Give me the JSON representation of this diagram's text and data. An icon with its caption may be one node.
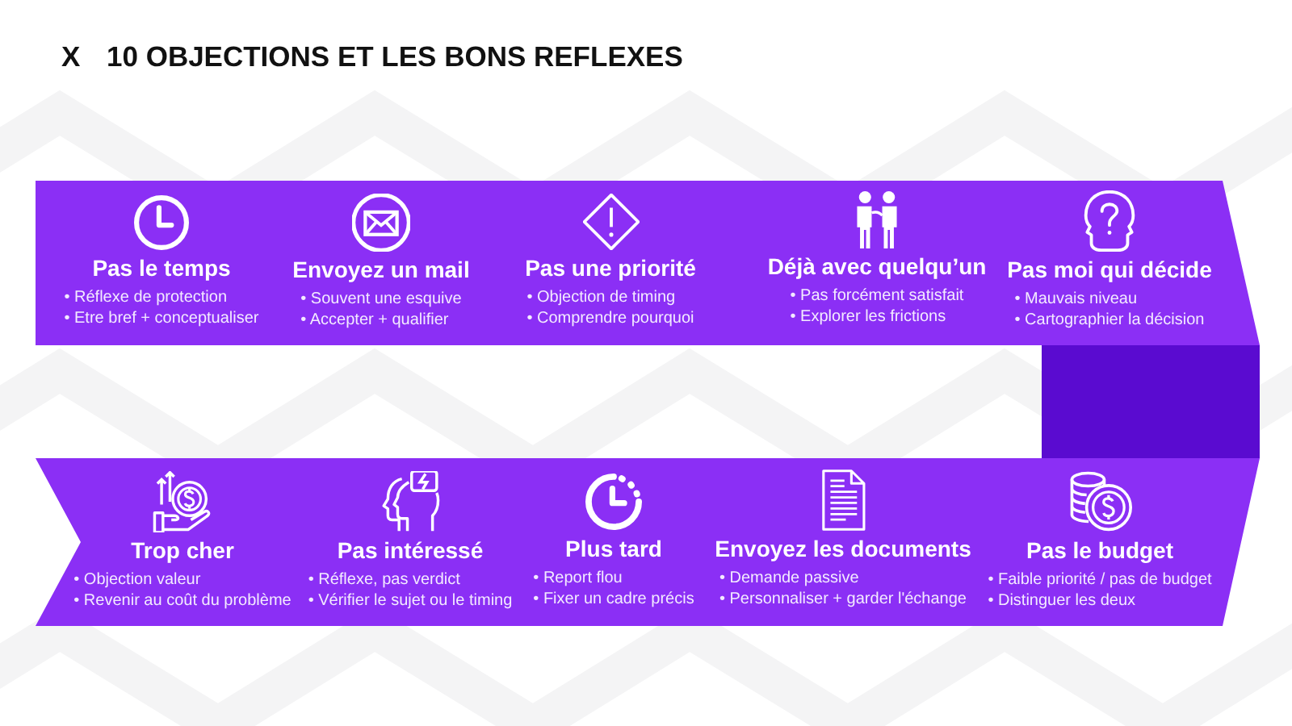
{
  "diagram": {
    "title": "10 OBJECTIONS ET LES BONS REFLEXES",
    "nodes": [
      {
        "text": [
          "Pas le temps",
          "• Réflexe de protection",
          "• Etre bref + conceptualiser"
        ]
      },
      {
        "text": [
          "Envoyez un mail",
          "• Souvent une esquive",
          "• Accepter + qualifier"
        ]
      },
      {
        "text": [
          "Pas une priorité",
          "• Objection de timing",
          "• Comprendre pourquoi"
        ]
      },
      {
        "text": [
          "Déjà avec quelqu’un",
          "• Pas forcément satisfait",
          "• Explorer les frictions"
        ]
      },
      {
        "text": [
          "Pas moi qui décide",
          "• Mauvais niveau",
          "• Cartographier la décision"
        ]
      },
      {
        "text": [
          "Trop cher",
          "• Objection valeur",
          "• Revenir au coût du problème"
        ]
      },
      {
        "text": [
          "Pas intéressé",
          "• Réflexe, pas verdict",
          "• Vérifier le sujet ou le timing"
        ]
      },
      {
        "text": [
          "Plus tard",
          "• Report flou",
          "• Fixer un cadre précis"
        ]
      },
      {
        "text": [
          "Envoyez les documents",
          "• Demande passive",
          "• Personnaliser + garder l'échange"
        ]
      },
      {
        "text": [
          "Pas le budget",
          "• Faible priorité / pas de budget",
          "• Distinguer les deux"
        ]
      }
    ],
    "labels": [
      "X"
    ]
  }
}
